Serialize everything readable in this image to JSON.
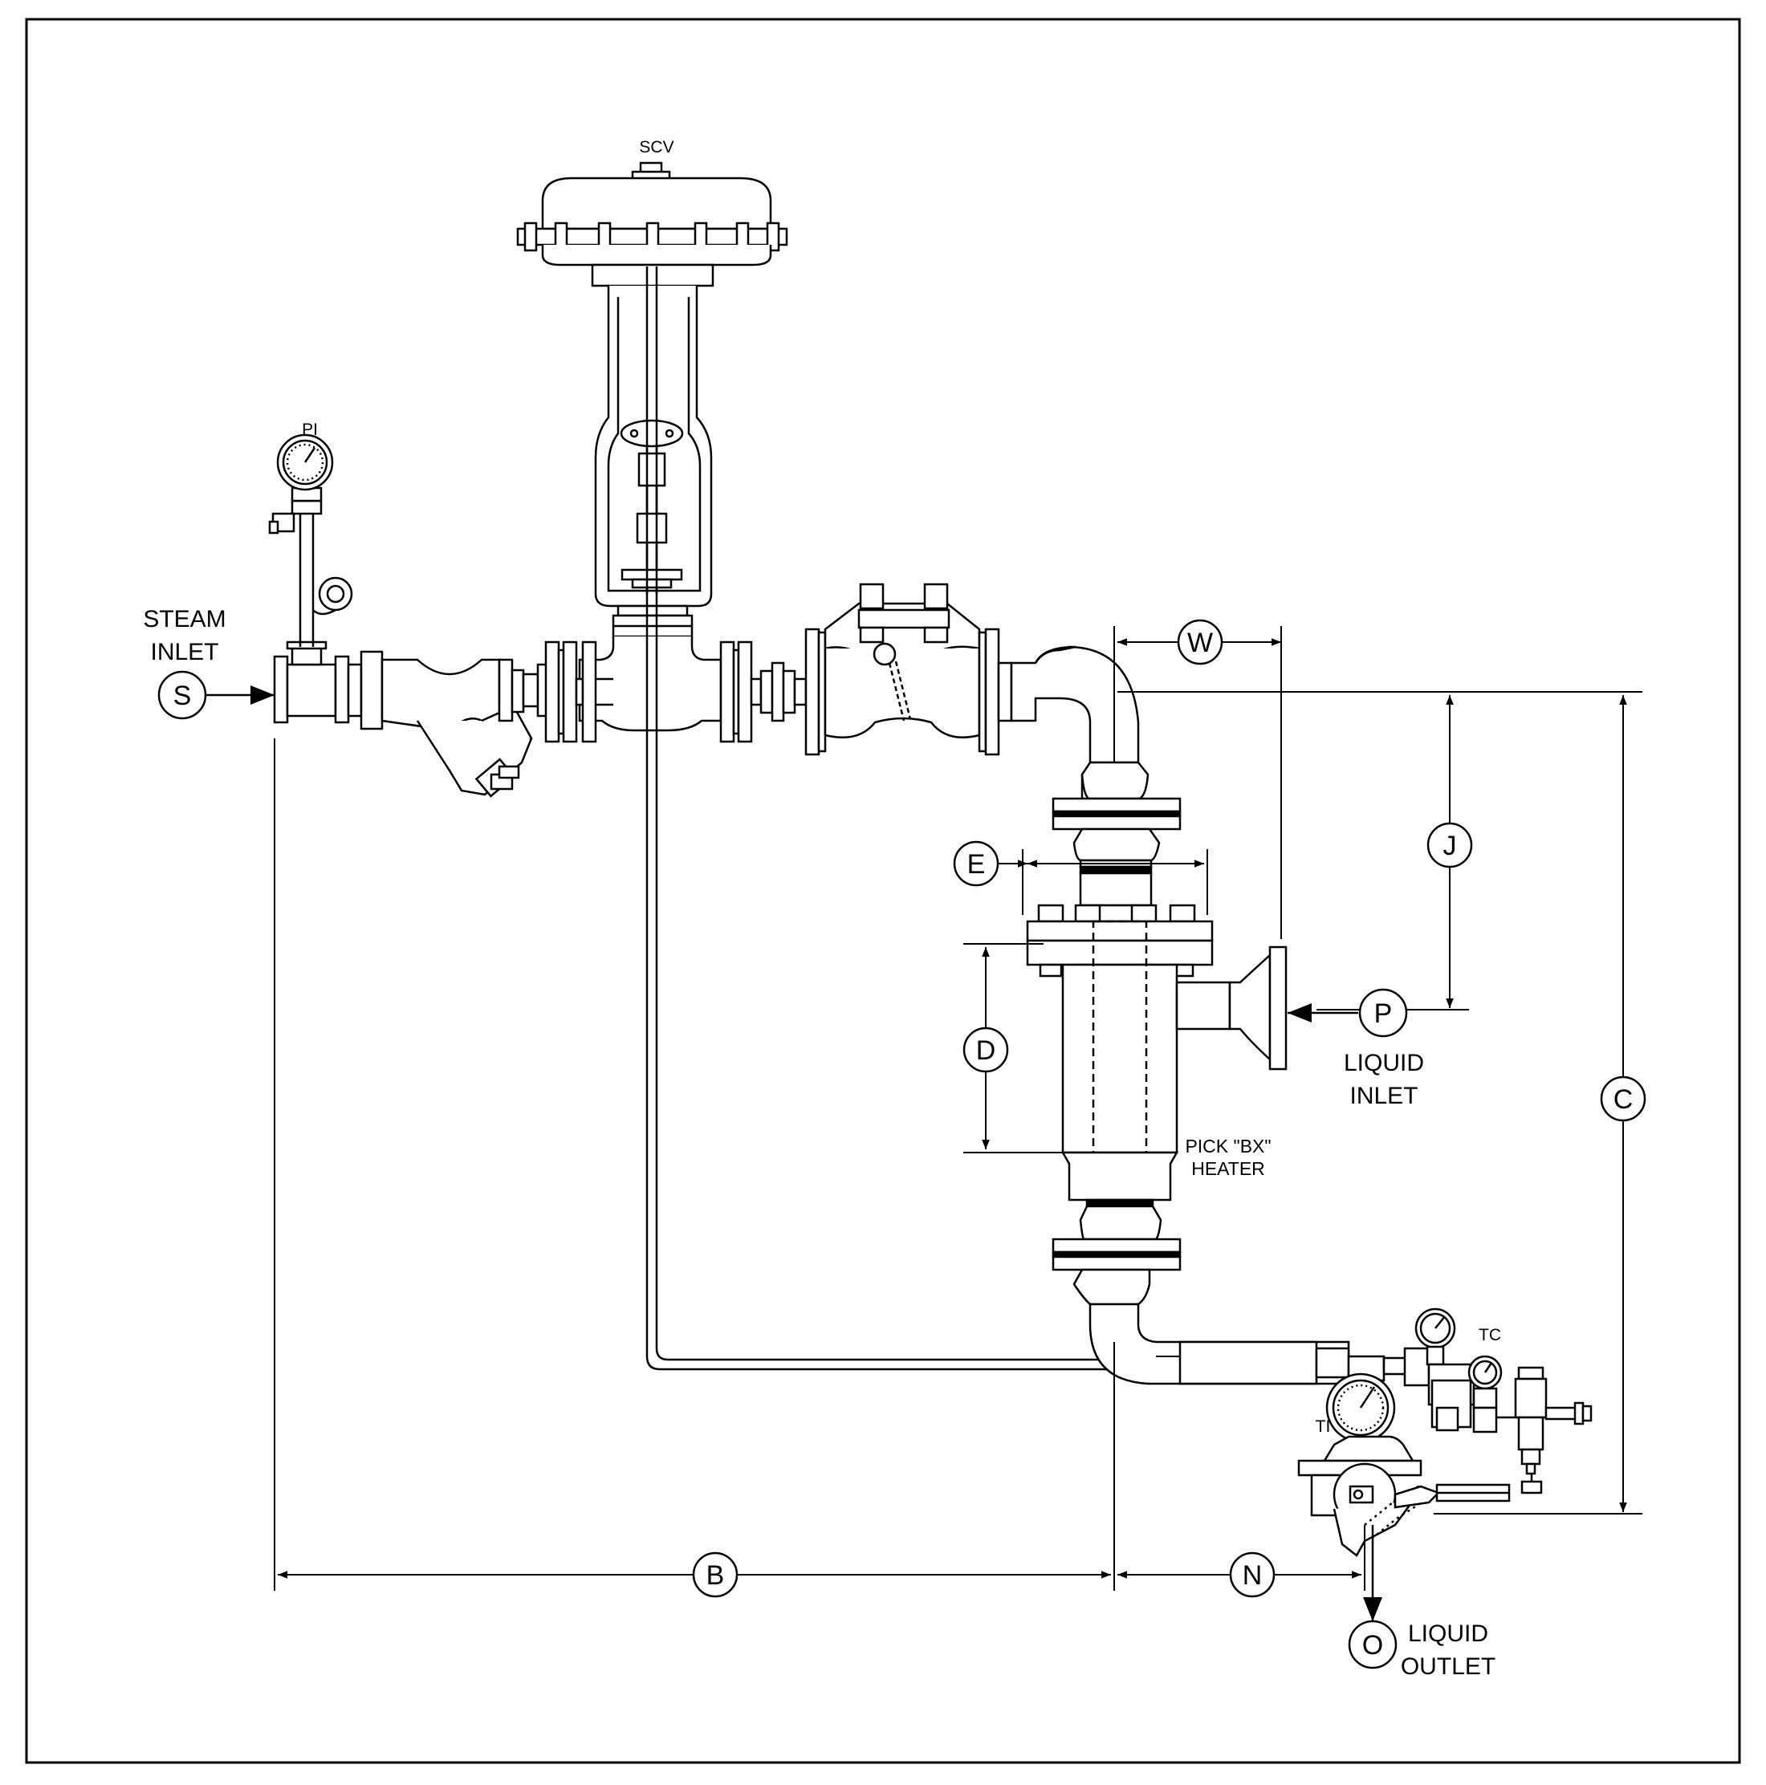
{
  "instruments": {
    "scv": "SCV",
    "pi": "PI",
    "tc": "TC",
    "ti": "TI"
  },
  "notes": {
    "steam_inlet_line1": "STEAM",
    "steam_inlet_line2": "INLET",
    "liquid_inlet_line1": "LIQUID",
    "liquid_inlet_line2": "INLET",
    "liquid_outlet_line1": "LIQUID",
    "liquid_outlet_line2": "OUTLET",
    "heater_line1": "PICK \"BX\"",
    "heater_line2": "HEATER"
  },
  "connections": {
    "steam": "S",
    "liquid_in": "P",
    "liquid_out": "O"
  },
  "dimensions": {
    "w": "W",
    "j": "J",
    "c": "C",
    "e": "E",
    "d": "D",
    "b": "B",
    "n": "N"
  }
}
